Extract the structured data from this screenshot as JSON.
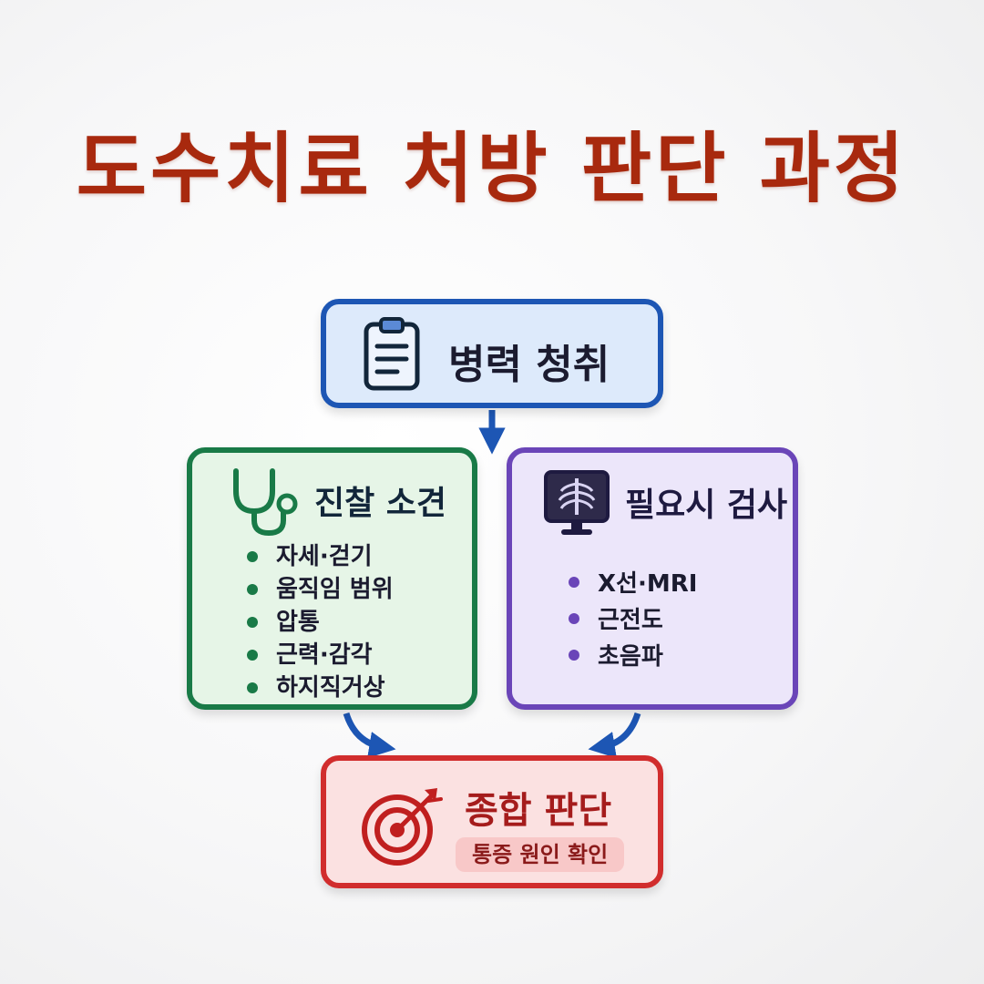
{
  "title": "도수치료 처방 판단 과정",
  "nodes": {
    "history": {
      "label": "병력 청취",
      "icon": "clipboard-icon"
    },
    "exam": {
      "label": "진찰 소견",
      "icon": "stethoscope-icon",
      "items": [
        "자세·걷기",
        "움직임 범위",
        "압통",
        "근력·감각",
        "하지직거상"
      ]
    },
    "tests": {
      "label": "필요시 검사",
      "icon": "xray-monitor-icon",
      "items": [
        "X선·MRI",
        "근전도",
        "초음파"
      ]
    },
    "judgment": {
      "label": "종합 판단",
      "icon": "target-arrow-icon",
      "badge": "통증 원인 확인"
    }
  },
  "colors": {
    "title": "#a8290e",
    "history": "#1d56b4",
    "exam": "#197a47",
    "tests": "#6a45b8",
    "judgment": "#d12d2d"
  }
}
